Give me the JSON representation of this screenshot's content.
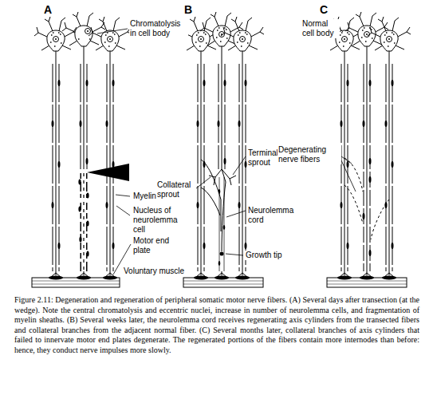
{
  "diagram": {
    "caption": "Figure 2.11: Degeneration and regeneration of peripheral somatic motor nerve fibers. (A) Several days after transection (at the wedge). Note the central chromatolysis and eccentric nuclei, increase in number of neurolemma cells, and fragmentation of myelin sheaths. (B) Several weeks later, the neurolemma cord receives regenerating axis cylinders from the transected fibers and collateral branches from the adjacent normal fiber. (C) Several months later, collateral branches of axis cylinders that failed to innervate motor end plates degenerate. The regenerated portions of the fibers contain more internodes than before: hence, they conduct nerve impulses more slowly.",
    "labels": [
      "A",
      "B",
      "C",
      "Chromatolysis in cell body",
      "Myelin",
      "Nucleus of neurolemma cell",
      "Motor end plate",
      "Voluntary muscle",
      "Collateral sprout",
      "Terminal sprout",
      "Neurolemma cord",
      "Growth tip",
      "Normal cell body",
      "Degenerating nerve fibers"
    ]
  }
}
